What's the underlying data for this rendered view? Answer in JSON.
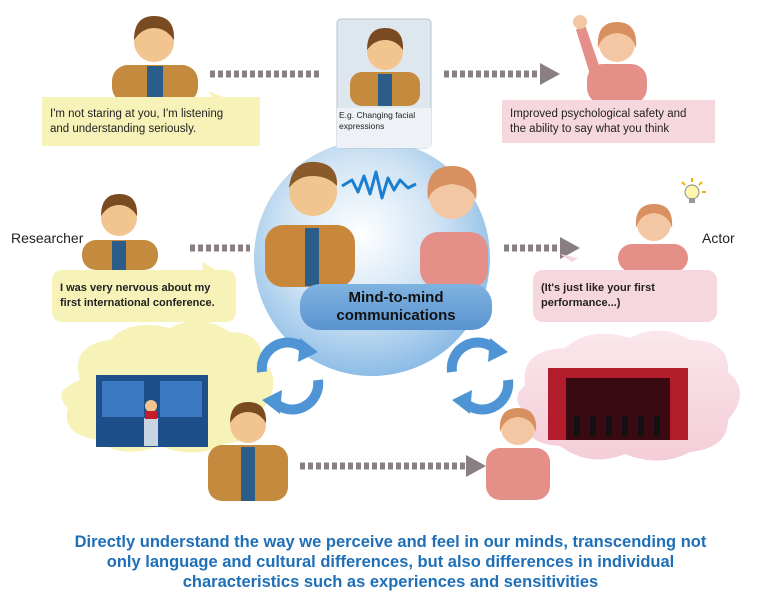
{
  "labels": {
    "researcher": "Researcher",
    "actor": "Actor",
    "center_line1": "Mind-to-mind",
    "center_line2": "communications"
  },
  "bubbles": {
    "top_left_line1": "I'm not staring at you, I'm listening",
    "top_left_line2": "and understanding seriously.",
    "top_mid_line1": "E.g. Changing facial",
    "top_mid_line2": "expressions",
    "top_right_line1": "Improved psychological safety and",
    "top_right_line2": "the ability to say what you think",
    "mid_left_line1": "I was very nervous about my",
    "mid_left_line2": "first international conference.",
    "mid_right_line1": "(It's just like your first",
    "mid_right_line2": "performance...)"
  },
  "caption": {
    "line1": "Directly understand the way we perceive and feel in our minds, transcending not",
    "line2": "only language and cultural differences, but also differences in individual",
    "line3": "characteristics such as experiences and sensitivities"
  },
  "colors": {
    "yellow_bubble": "#f7f2b8",
    "pink_bubble": "#f6d7de",
    "arrow": "#8a7f80",
    "cycle_arrow": "#4f95d6",
    "caption": "#1f6fb8"
  }
}
